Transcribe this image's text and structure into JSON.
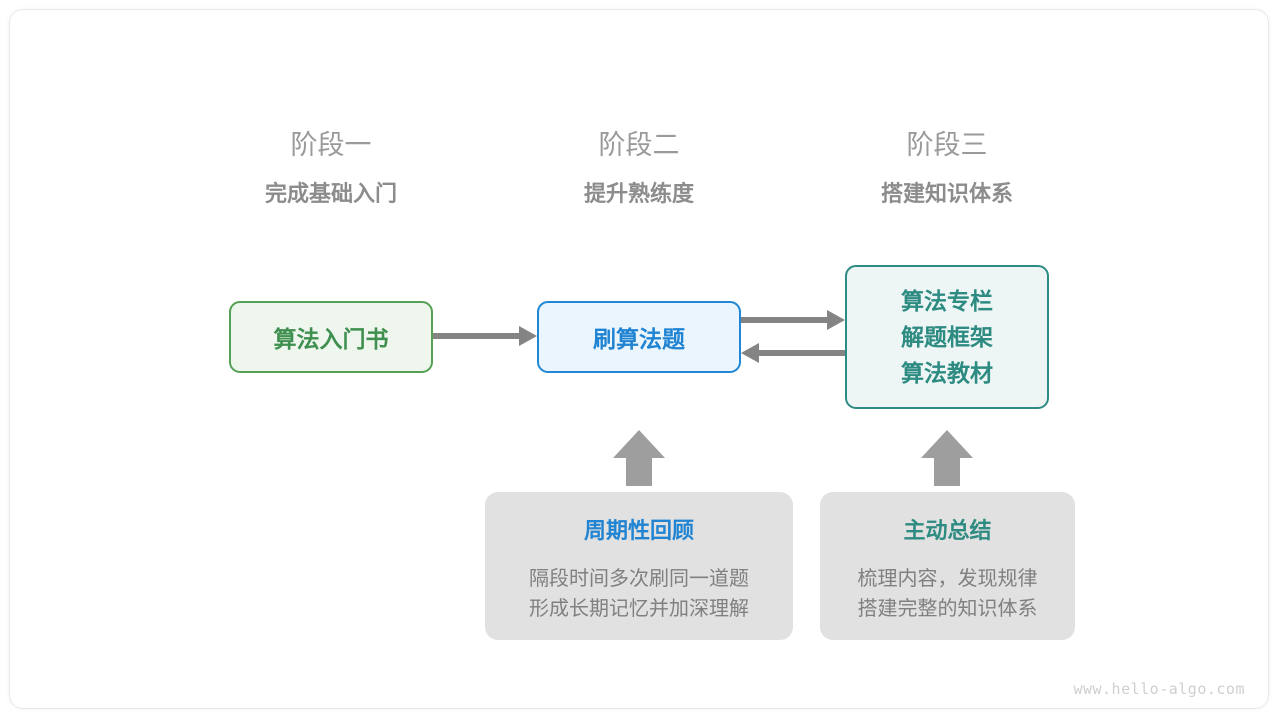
{
  "phases": [
    {
      "num": "阶段一",
      "sub": "完成基础入门"
    },
    {
      "num": "阶段二",
      "sub": "提升熟练度"
    },
    {
      "num": "阶段三",
      "sub": "搭建知识体系"
    }
  ],
  "nodes": {
    "book": {
      "label": "算法入门书",
      "color": "#3f8f4f",
      "fill": "#eef6ee",
      "border": "#55a055"
    },
    "practice": {
      "label": "刷算法题",
      "color": "#2184d2",
      "fill": "#eaf5fd",
      "border": "#1f87d4"
    },
    "system": {
      "lines": [
        "算法专栏",
        "解题框架",
        "算法教材"
      ],
      "color": "#2d8b82",
      "fill": "#edf6f4",
      "border": "#2e8b84"
    }
  },
  "notes": [
    {
      "title": "周期性回顾",
      "title_color": "#2184d2",
      "body_lines": [
        "隔段时间多次刷同一道题",
        "形成长期记忆并加深理解"
      ]
    },
    {
      "title": "主动总结",
      "title_color": "#2d8b82",
      "body_lines": [
        "梳理内容，发现规律",
        "搭建完整的知识体系"
      ]
    }
  ],
  "arrows": {
    "color": "#848484",
    "items": [
      {
        "name": "book-to-practice",
        "direction": "right"
      },
      {
        "name": "practice-to-system",
        "direction": "right"
      },
      {
        "name": "system-to-practice",
        "direction": "left"
      },
      {
        "name": "review-to-practice",
        "direction": "up"
      },
      {
        "name": "summary-to-system",
        "direction": "up"
      }
    ]
  },
  "watermark": "www.hello-algo.com"
}
